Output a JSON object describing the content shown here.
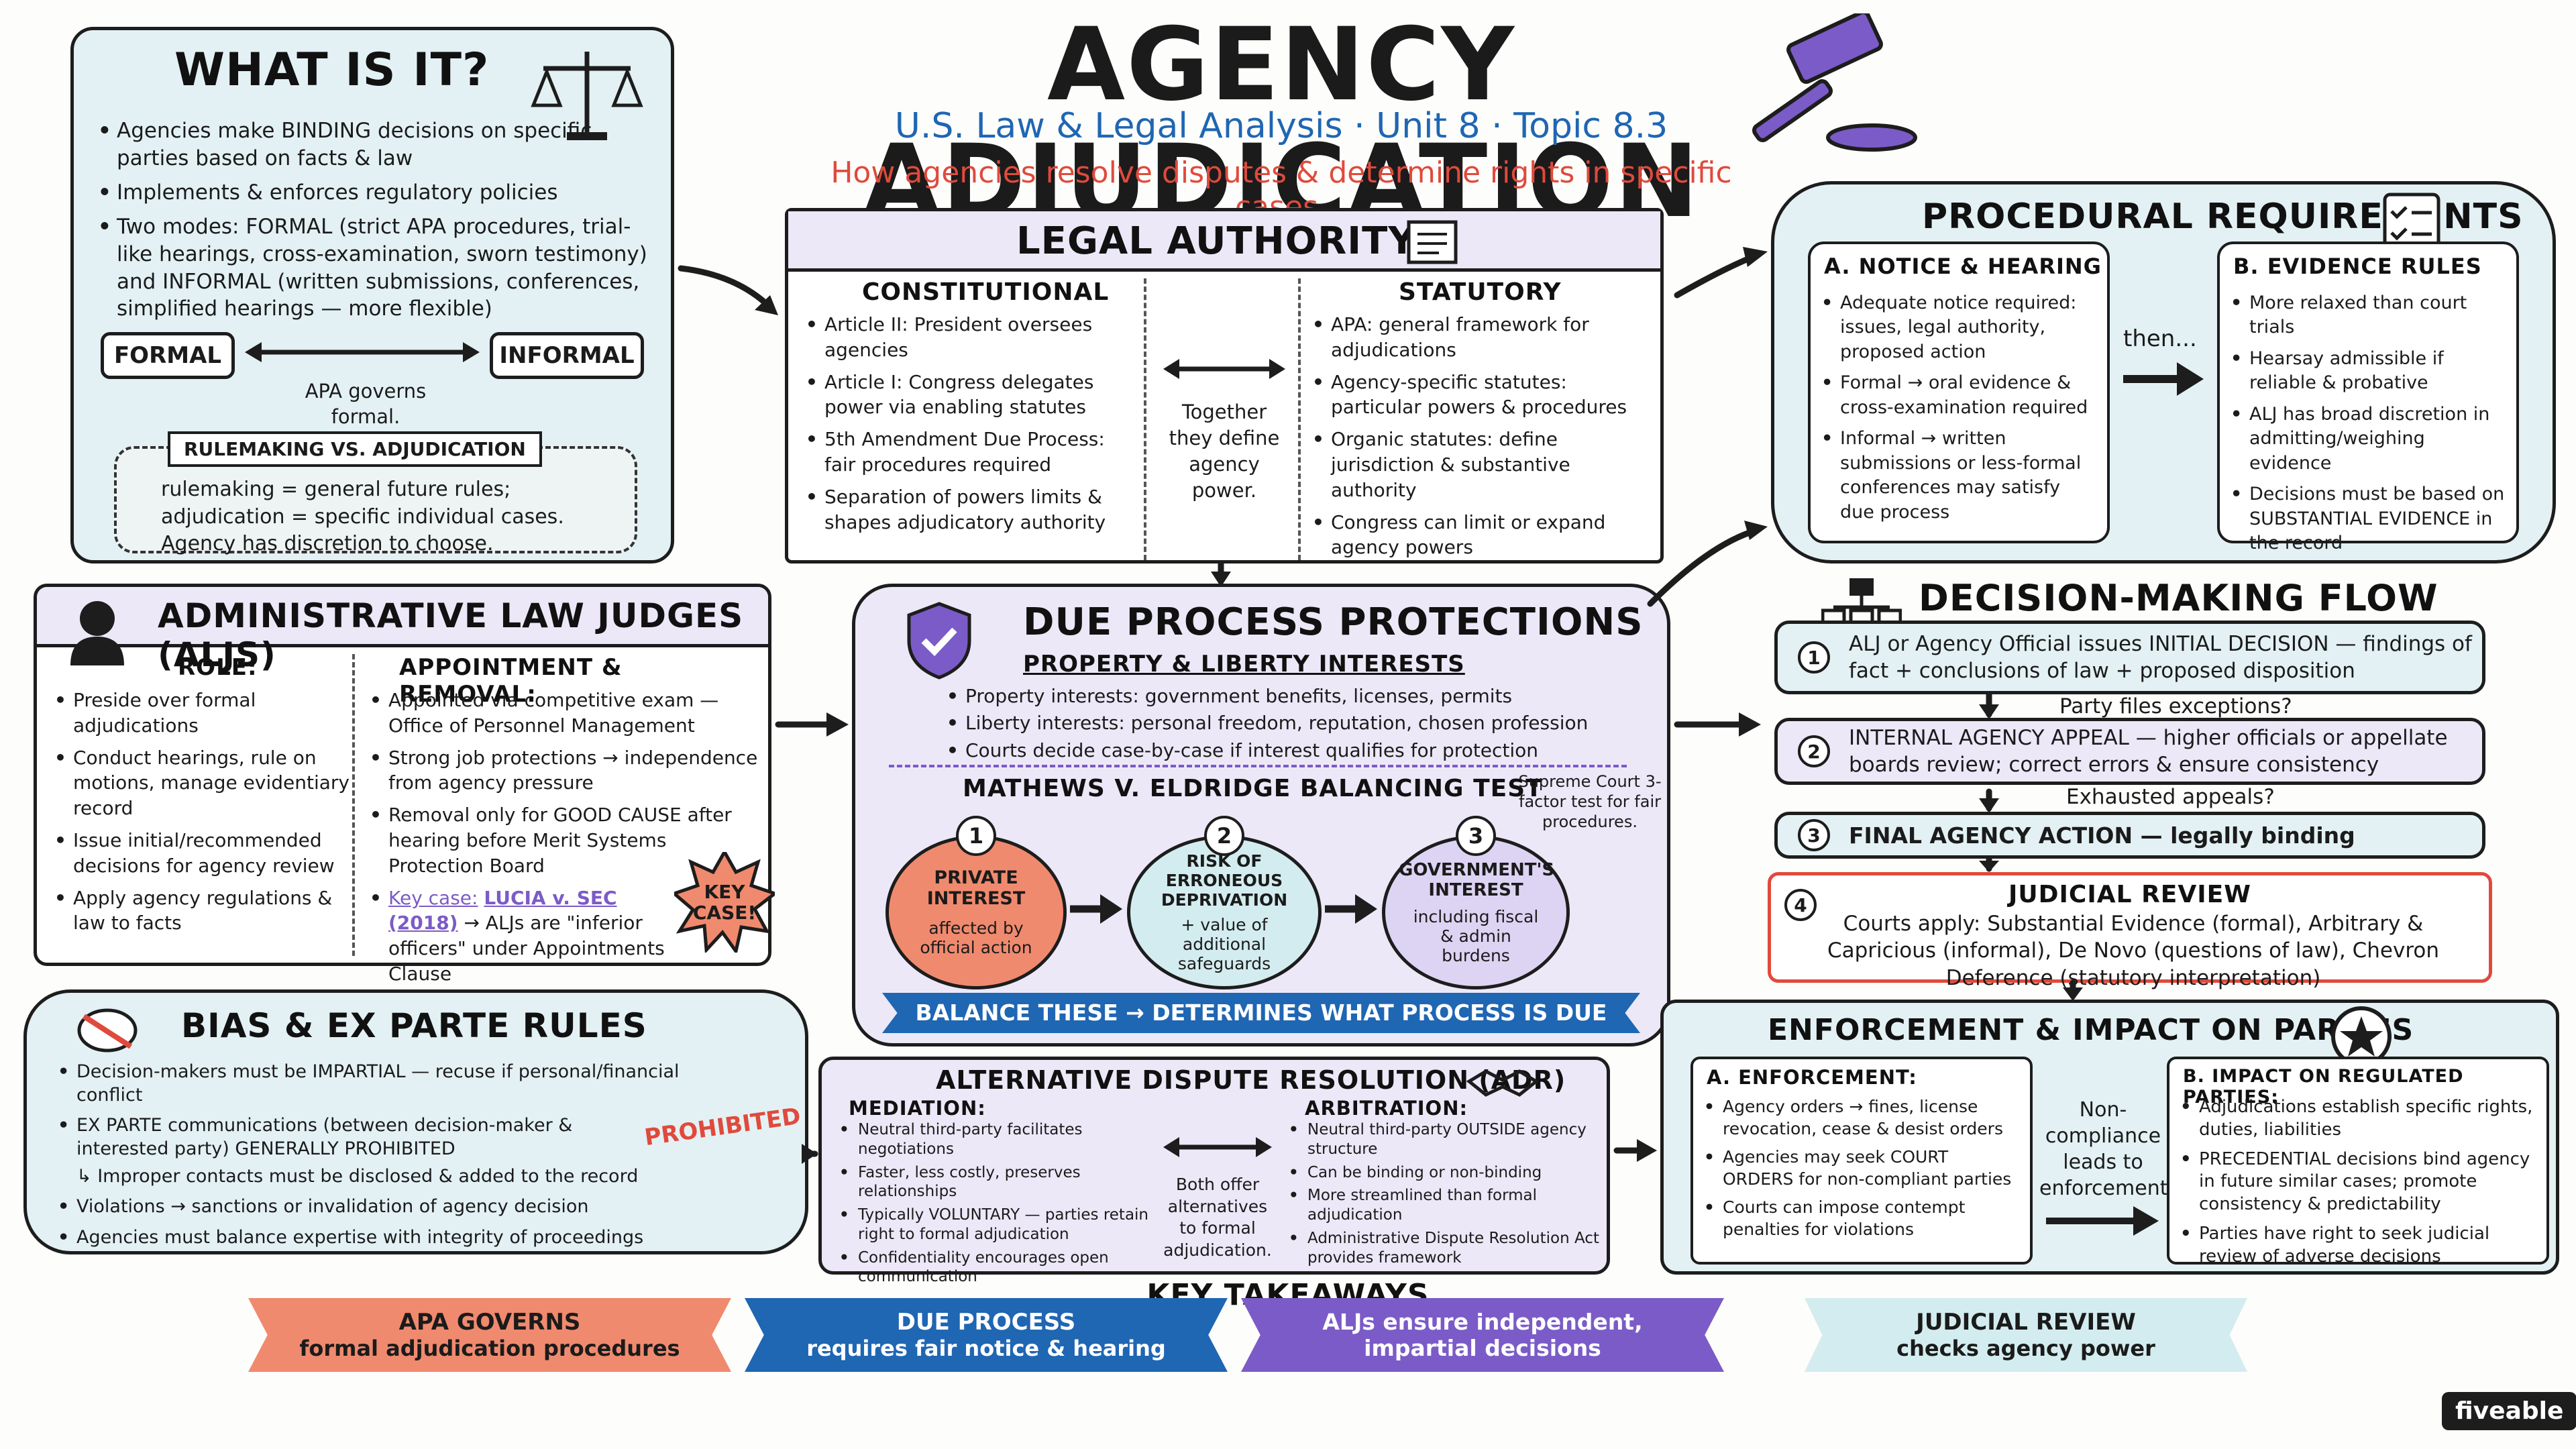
{
  "header": {
    "title": "Agency Adjudication",
    "subtitle": "U.S. Law & Legal Analysis · Unit 8 · Topic 8.3",
    "tagline": "How agencies resolve disputes & determine rights in specific cases."
  },
  "what": {
    "title": "What is it?",
    "bullets": [
      "Agencies make BINDING decisions on specific parties based on facts & law",
      "Implements & enforces regulatory policies",
      "Two modes: FORMAL (strict APA procedures, trial-like hearings, cross-examination, sworn testimony) and INFORMAL (written submissions, conferences, simplified hearings — more flexible)"
    ],
    "formal": "Formal",
    "informal": "Informal",
    "apa_note": "APA governs formal.",
    "rule_title": "Rulemaking vs. Adjudication",
    "rule_text": "rulemaking = general future rules; adjudication = specific individual cases. Agency has discretion to choose."
  },
  "authority": {
    "title": "Legal Authority",
    "const_title": "Constitutional",
    "const": [
      "Article II: President oversees agencies",
      "Article I: Congress delegates power via enabling statutes",
      "5th Amendment Due Process: fair procedures required",
      "Separation of powers limits & shapes adjudicatory authority"
    ],
    "middle": "Together they define agency power.",
    "stat_title": "Statutory",
    "stat": [
      "APA: general framework for adjudications",
      "Agency-specific statutes: particular powers & procedures",
      "Organic statutes: define jurisdiction & substantive authority",
      "Congress can limit or expand agency powers"
    ]
  },
  "procedural": {
    "title": "Procedural Requirements",
    "a_title": "A. Notice & Hearing",
    "a": [
      "Adequate notice required: issues, legal authority, proposed action",
      "Formal → oral evidence & cross-examination required",
      "Informal → written submissions or less-formal conferences may satisfy due process"
    ],
    "then": "then...",
    "b_title": "B. Evidence Rules",
    "b": [
      "More relaxed than court trials",
      "Hearsay admissible if reliable & probative",
      "ALJ has broad discretion in admitting/weighing evidence",
      "Decisions must be based on SUBSTANTIAL EVIDENCE in the record"
    ]
  },
  "alj": {
    "title": "Administrative Law Judges (ALJs)",
    "role_title": "Role:",
    "role": [
      "Preside over formal adjudications",
      "Conduct hearings, rule on motions, manage evidentiary record",
      "Issue initial/recommended decisions for agency review",
      "Apply agency regulations & law to facts"
    ],
    "appt_title": "Appointment & Removal:",
    "appt": [
      "Appointed via competitive exam — Office of Personnel Management",
      "Strong job protections → independence from agency pressure",
      "Removal only for GOOD CAUSE after hearing before Merit Systems Protection Board"
    ],
    "key_label": "Key case:",
    "key_case": "LUCIA v. SEC (2018)",
    "key_text": "→ ALJs are \"inferior officers\" under Appointments Clause",
    "burst": "Key case!"
  },
  "due": {
    "title": "Due Process Protections",
    "sub": "Property & Liberty Interests",
    "bullets": [
      "Property interests: government benefits, licenses, permits",
      "Liberty interests: personal freedom, reputation, chosen profession",
      "Courts decide case-by-case if interest qualifies for protection"
    ],
    "test_title": "Mathews v. Eldridge Balancing Test",
    "test_note": "Supreme Court 3-factor test for fair procedures.",
    "f1_title": "Private Interest",
    "f1_text": "affected by official action",
    "f2_title": "Risk of Erroneous Deprivation",
    "f2_text": "+ value of additional safeguards",
    "f3_title": "Government's Interest",
    "f3_text": "including fiscal & admin burdens",
    "balance": "Balance these → Determines what process is DUE"
  },
  "flow": {
    "title": "Decision-Making Flow",
    "s1": "ALJ or Agency Official issues INITIAL DECISION — findings of fact + conclusions of law + proposed disposition",
    "q1": "Party files exceptions?",
    "s2": "INTERNAL AGENCY APPEAL — higher officials or appellate boards review; correct errors & ensure consistency",
    "q2": "Exhausted appeals?",
    "s3": "FINAL AGENCY ACTION — legally binding",
    "s4_title": "Judicial Review",
    "s4_text": "Courts apply: Substantial Evidence (formal), Arbitrary & Capricious (informal), De Novo (questions of law), Chevron Deference (statutory interpretation)"
  },
  "bias": {
    "title": "Bias & Ex Parte Rules",
    "b1": "Decision-makers must be IMPARTIAL — recuse if personal/financial conflict",
    "b2": "EX PARTE communications (between decision-maker & interested party) GENERALLY PROHIBITED",
    "b2_sub": "↳ Improper contacts must be disclosed & added to the record",
    "stamp": "Prohibited",
    "b3": "Violations → sanctions or invalidation of agency decision",
    "b4": "Agencies must balance expertise with integrity of proceedings"
  },
  "adr": {
    "title": "Alternative Dispute Resolution (ADR)",
    "med_title": "Mediation:",
    "med": [
      "Neutral third-party facilitates negotiations",
      "Faster, less costly, preserves relationships",
      "Typically VOLUNTARY — parties retain right to formal adjudication",
      "Confidentiality encourages open communication"
    ],
    "middle": "Both offer alternatives to formal adjudication.",
    "arb_title": "Arbitration:",
    "arb": [
      "Neutral third-party OUTSIDE agency structure",
      "Can be binding or non-binding",
      "More streamlined than formal adjudication",
      "Administrative Dispute Resolution Act provides framework"
    ]
  },
  "enforce": {
    "title": "Enforcement & Impact on Parties",
    "a_title": "A. Enforcement:",
    "a": [
      "Agency orders → fines, license revocation, cease & desist orders",
      "Agencies may seek COURT ORDERS for non-compliant parties",
      "Courts can impose contempt penalties for violations"
    ],
    "middle": "Non-compliance leads to enforcement.",
    "b_title": "B. Impact on Regulated Parties:",
    "b": [
      "Adjudications establish specific rights, duties, liabilities",
      "PRECEDENTIAL decisions bind agency in future similar cases; promote consistency & predictability",
      "Parties have right to seek judicial review of adverse decisions"
    ]
  },
  "takeaways": {
    "title": "Key Takeaways",
    "t1a": "APA Governs",
    "t1b": "formal adjudication procedures",
    "t2a": "Due Process",
    "t2b": "requires fair notice & hearing",
    "t3a": "ALJs ensure independent,",
    "t3b": "impartial decisions",
    "t4a": "Judicial Review",
    "t4b": "checks agency power"
  },
  "brand": "fiveable",
  "colors": {
    "blue_panel": "#e3f1f4",
    "lavender_panel": "#ece8f8",
    "accent_blue": "#1f66b3",
    "accent_red": "#e04a3c",
    "accent_purple": "#7b5bc7",
    "private_interest": "#f08a6e",
    "risk": "#d3ecef",
    "government": "#ddd3f3"
  }
}
